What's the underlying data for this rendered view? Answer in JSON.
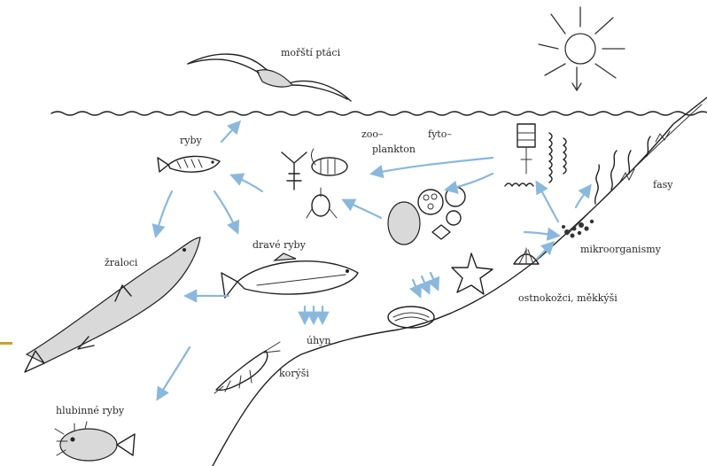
{
  "labels": {
    "seabirds": "mořští ptáci",
    "fish": "ryby",
    "zooplankton_zoo": "zoo–",
    "zooplankton_plankton": "plankton",
    "phytoplankton": "fyto–",
    "algae": "fasy",
    "microorganisms": "mikroorganismy",
    "predatory_fish": "dravé ryby",
    "sharks": "žraloci",
    "echinoderms_molluscs": "ostnokožci, měkkýši",
    "detritus": "úhyn",
    "crustaceans": "korýši",
    "deep_sea_fish": "hlubinné ryby"
  },
  "colors": {
    "arrow": "#8ab8dd",
    "ink": "#222222",
    "marker": "#c9a227"
  }
}
